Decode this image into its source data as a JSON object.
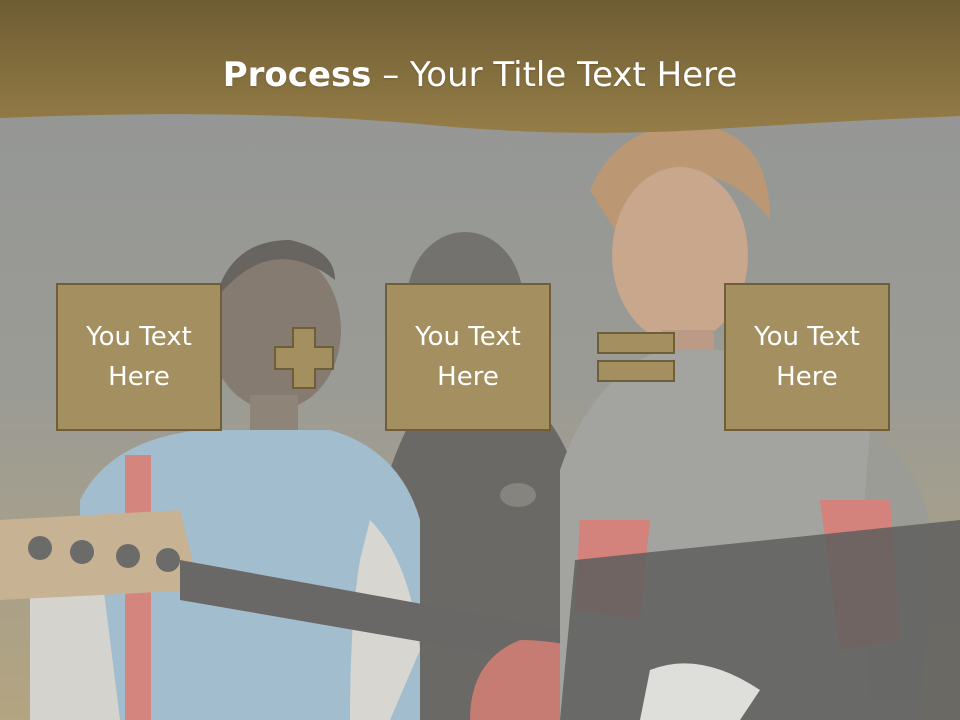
{
  "slide": {
    "title_bold": "Process",
    "title_rest": " – Your Title Text Here"
  },
  "process": {
    "boxes": [
      {
        "text": "You Text\nHere"
      },
      {
        "text": "You Text\nHere"
      },
      {
        "text": "You Text\nHere"
      }
    ],
    "operators": [
      "plus-icon",
      "equals-icon"
    ]
  },
  "colors": {
    "header_band": "#8d7540",
    "box_fill": "#a38f5f",
    "box_border": "#6f5f38",
    "text": "#ffffff"
  }
}
